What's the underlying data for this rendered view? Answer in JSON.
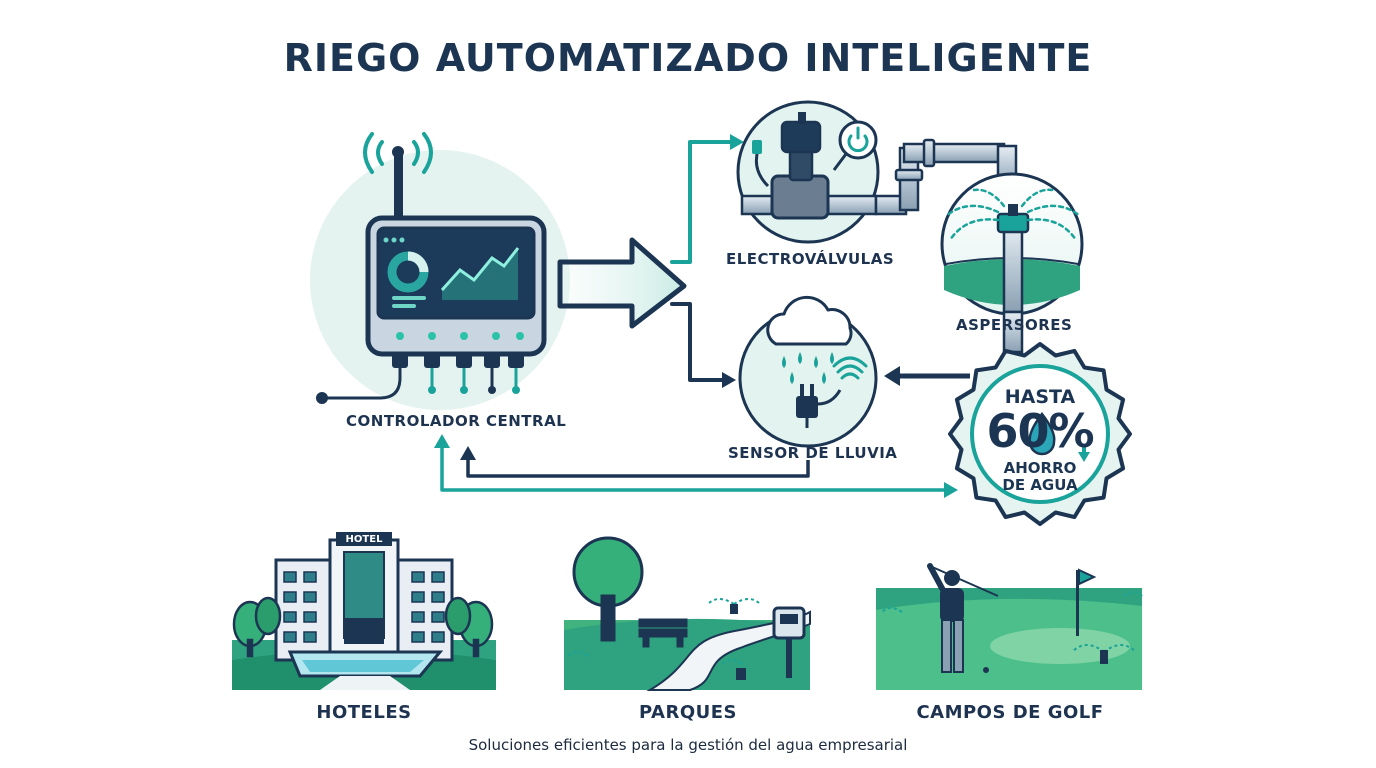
{
  "title": "RIEGO AUTOMATIZADO INTELIGENTE",
  "nodes": {
    "controller": "CONTROLADOR CENTRAL",
    "valves": "ELECTROVÁLVULAS",
    "sprinklers": "ASPERSORES",
    "rain_sensor": "SENSOR DE LLUVIA"
  },
  "badge": {
    "top": "HASTA",
    "value": "60%",
    "bottom_line1": "AHORRO",
    "bottom_line2": "DE AGUA"
  },
  "screen_sign": "HOTEL",
  "applications": [
    "HOTELES",
    "PARQUES",
    "CAMPOS DE GOLF"
  ],
  "footer": "Soluciones eficientes para la gestión del agua empresarial",
  "colors": {
    "navy": "#1b3553",
    "teal": "#1aa39a",
    "light_teal": "#dff3ef",
    "green": "#2fa36b"
  }
}
